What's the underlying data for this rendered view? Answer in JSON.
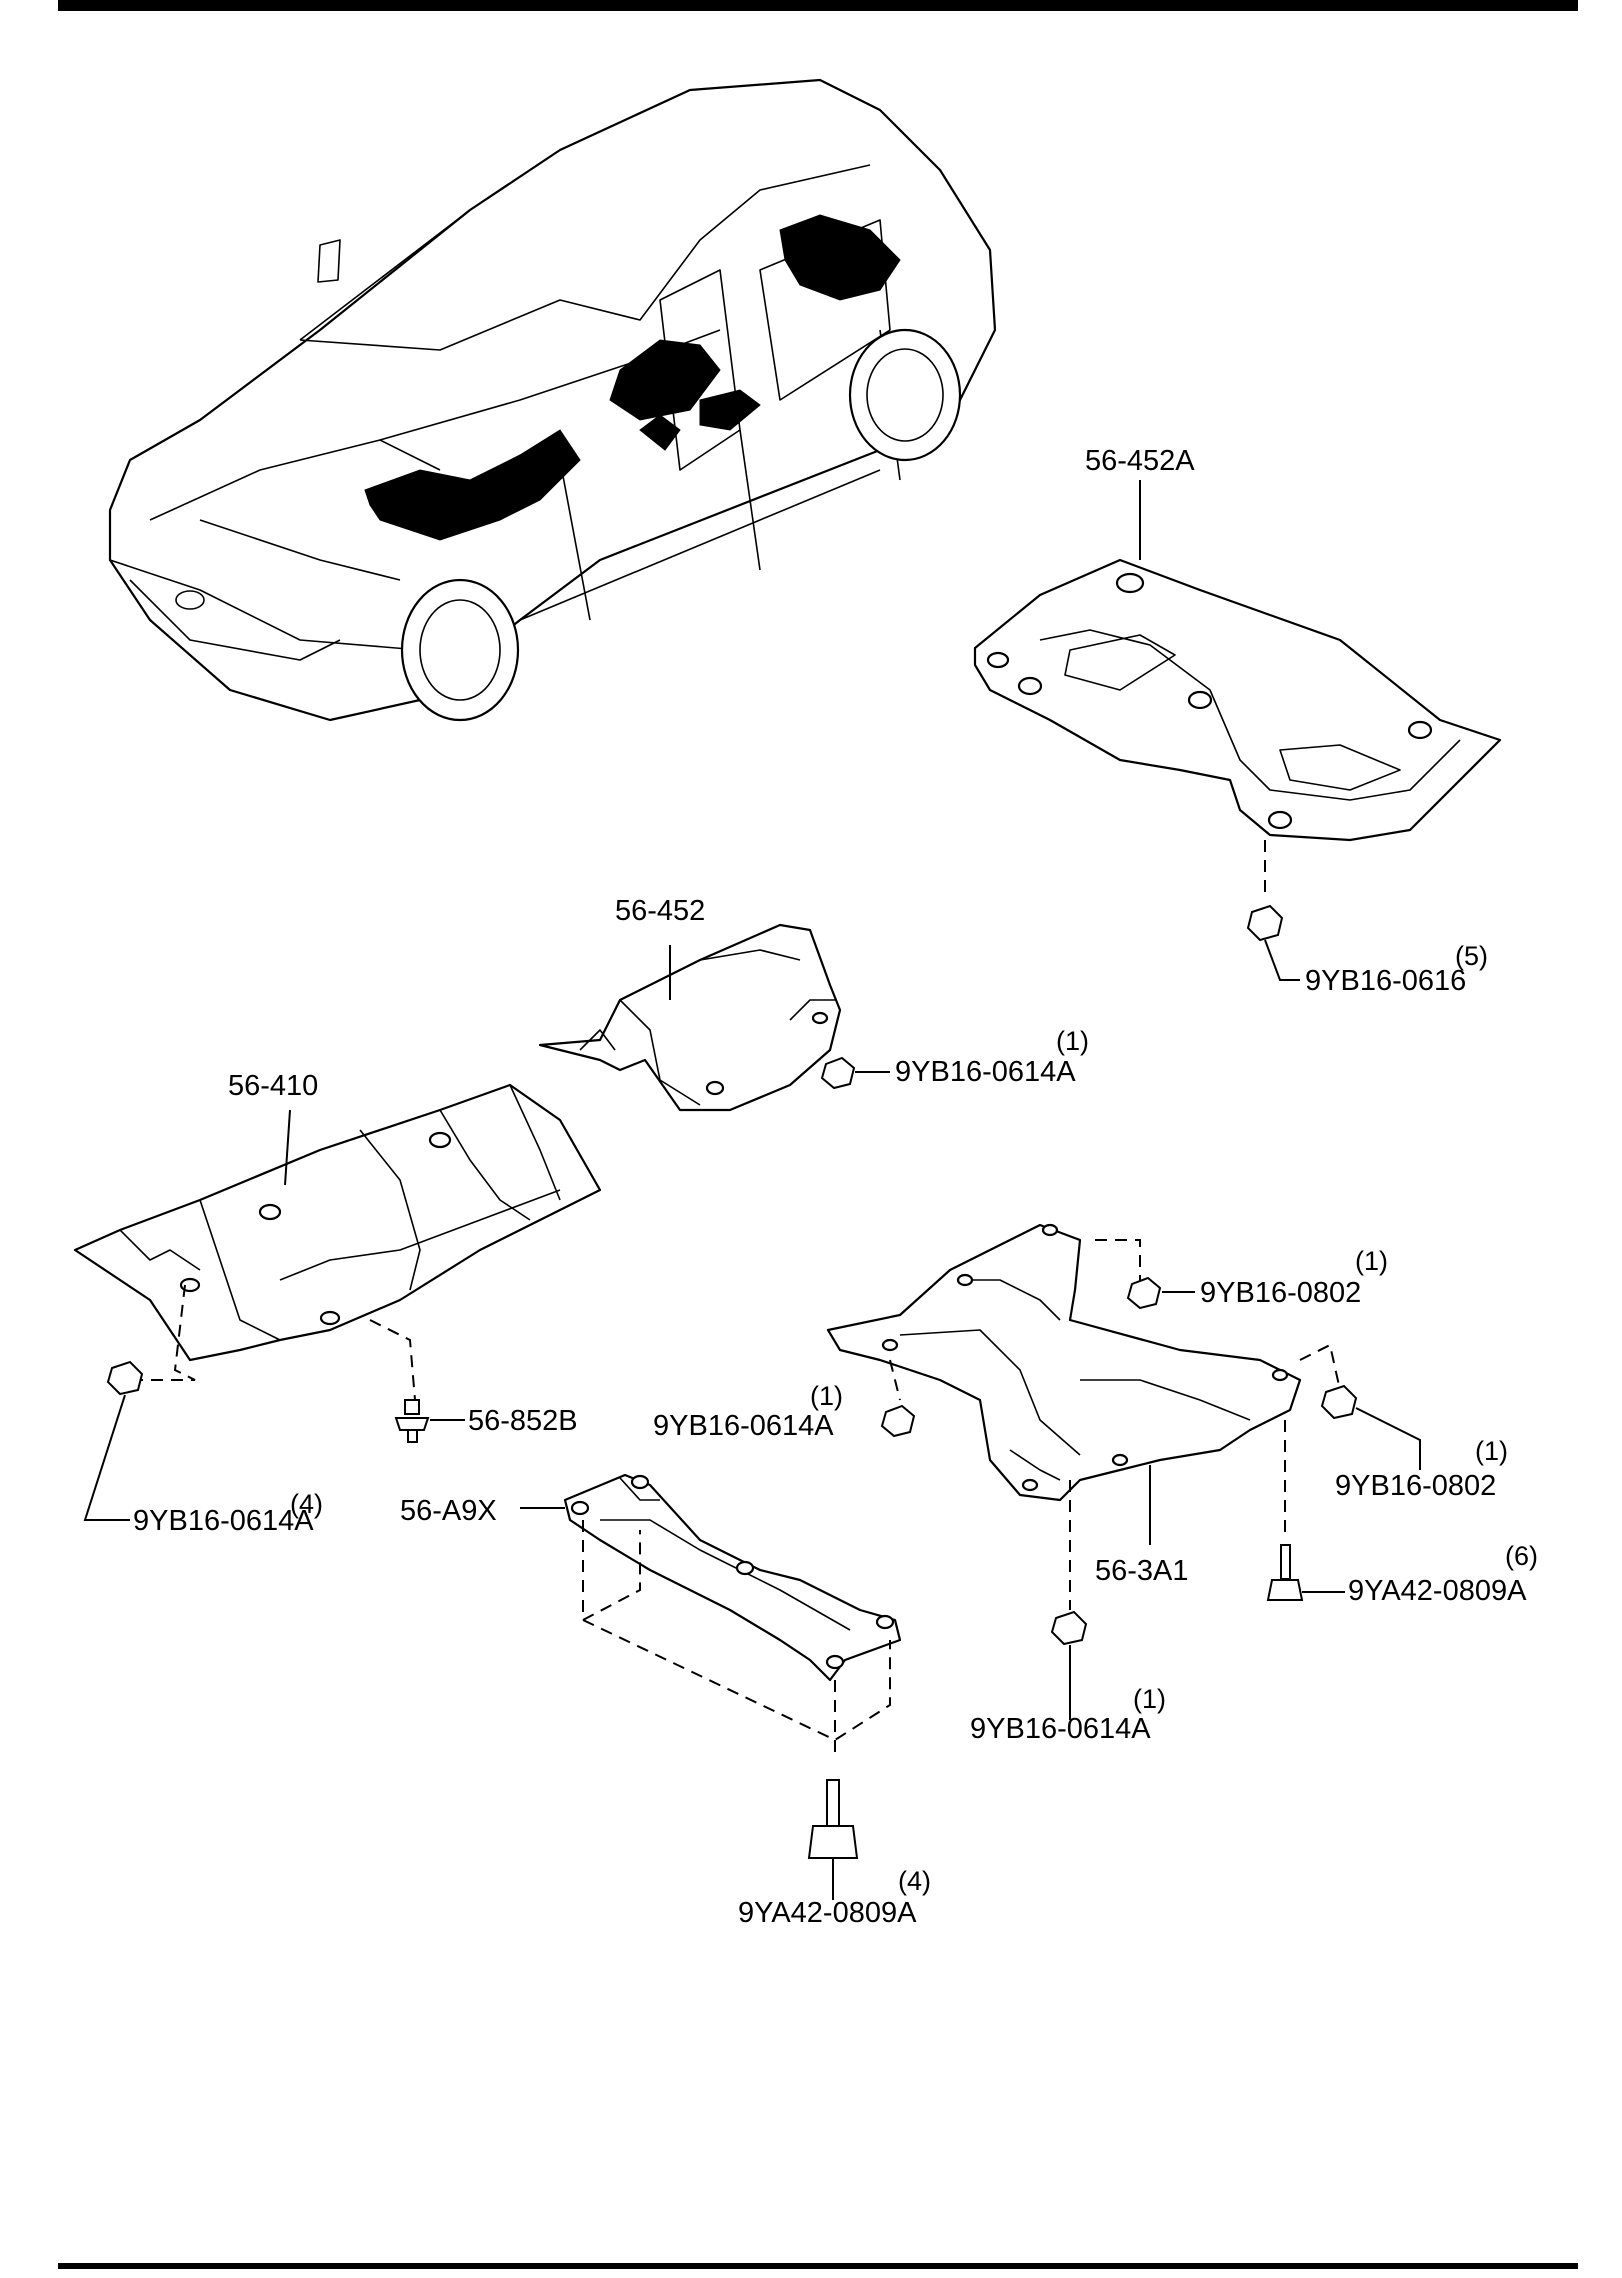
{
  "parts": [
    {
      "id": "heat-insulator-center-a",
      "number": "56-452A",
      "type": "part"
    },
    {
      "id": "heat-insulator-center",
      "number": "56-452",
      "type": "part"
    },
    {
      "id": "heat-insulator-front",
      "number": "56-410",
      "type": "part"
    },
    {
      "id": "clip",
      "number": "56-852B",
      "type": "part"
    },
    {
      "id": "bracket-a9x",
      "number": "56-A9X",
      "type": "part"
    },
    {
      "id": "cross-member",
      "number": "56-3A1",
      "type": "part"
    }
  ],
  "fasteners": [
    {
      "id": "nut-0616",
      "number": "9YB16-0616",
      "qty": "(5)"
    },
    {
      "id": "nut-0614a-upper",
      "number": "9YB16-0614A",
      "qty": "(1)"
    },
    {
      "id": "nut-0614a-left",
      "number": "9YB16-0614A",
      "qty": "(4)"
    },
    {
      "id": "nut-0802-top",
      "number": "9YB16-0802",
      "qty": "(1)"
    },
    {
      "id": "nut-0614a-mid",
      "number": "9YB16-0614A",
      "qty": "(1)"
    },
    {
      "id": "nut-0802-right",
      "number": "9YB16-0802",
      "qty": "(1)"
    },
    {
      "id": "bolt-0809a-right",
      "number": "9YA42-0809A",
      "qty": "(6)"
    },
    {
      "id": "nut-0614a-bottom",
      "number": "9YB16-0614A",
      "qty": "(1)"
    },
    {
      "id": "bolt-0809a-bottom",
      "number": "9YA42-0809A",
      "qty": "(4)"
    }
  ]
}
